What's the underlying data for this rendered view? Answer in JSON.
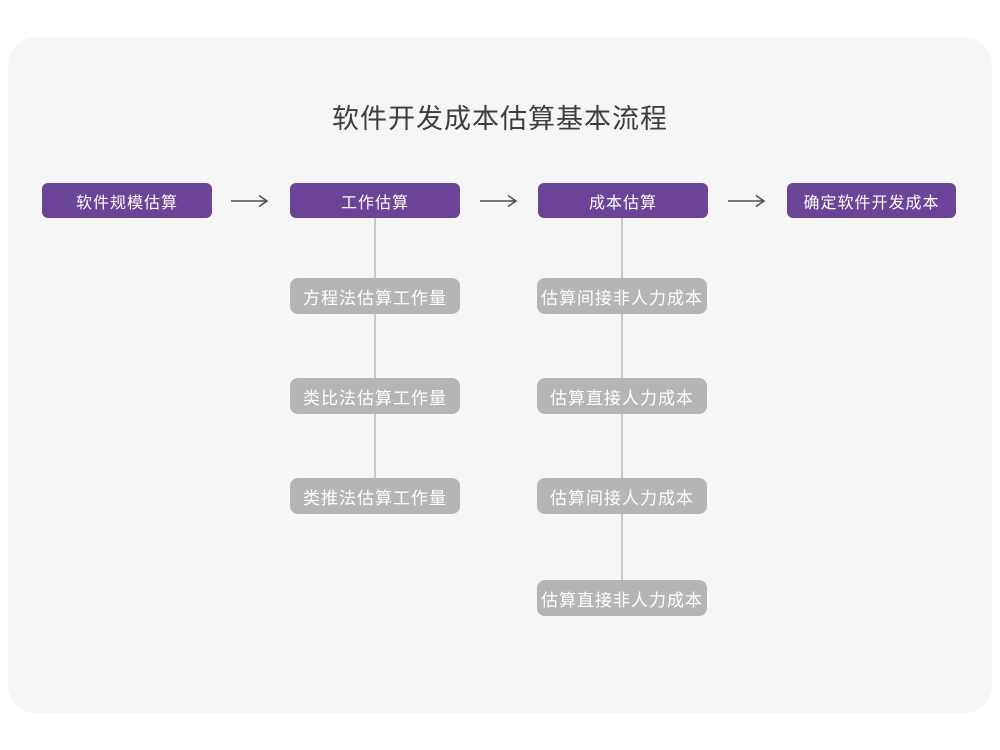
{
  "title": "软件开发成本估算基本流程",
  "colors": {
    "accent_purple": "#6b4397",
    "sub_box_gray": "#b5b5b5",
    "card_background": "#f6f6f7",
    "connector_gray": "#c9c9c9",
    "arrow_gray": "#4d4d4d",
    "title_text": "#3d3d3d"
  },
  "flow": {
    "main_steps": [
      {
        "label": "软件规模估算"
      },
      {
        "label": "工作估算"
      },
      {
        "label": "成本估算"
      },
      {
        "label": "确定软件开发成本"
      }
    ],
    "work_estimation_methods": [
      "方程法估算工作量",
      "类比法估算工作量",
      "类推法估算工作量"
    ],
    "cost_estimation_steps": [
      "估算间接非人力成本",
      "估算直接人力成本",
      "估算间接人力成本",
      "估算直接非人力成本"
    ]
  }
}
